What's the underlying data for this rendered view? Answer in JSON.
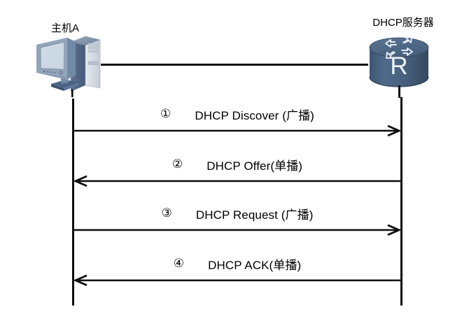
{
  "diagram": {
    "title_host": "主机A",
    "title_server": "DHCP服务器",
    "nodes": [
      {
        "id": "host",
        "label": "主机A",
        "icon": "desktop-computer-icon"
      },
      {
        "id": "server",
        "label": "DHCP服务器",
        "icon": "router-icon",
        "glyph": "R"
      }
    ],
    "router_glyph": "R",
    "messages": [
      {
        "num": "①",
        "label": "DHCP Discover (广播)",
        "direction": "right"
      },
      {
        "num": "②",
        "label": "DHCP Offer(单播)",
        "direction": "left"
      },
      {
        "num": "③",
        "label": "DHCP Request (广播)",
        "direction": "right"
      },
      {
        "num": "④",
        "label": "DHCP ACK(单播)",
        "direction": "left"
      }
    ],
    "colors": {
      "line": "#0d0d0d",
      "text": "#000000",
      "background": "#ffffff",
      "router_body": "#4a6382",
      "router_body_dark": "#3d536d",
      "router_top": "#55708f",
      "monitor_bezel": "#8d9fb4",
      "monitor_screen": "#c7d3de",
      "tower_front": "#d8dde3",
      "tower_side": "#4f6582"
    }
  }
}
